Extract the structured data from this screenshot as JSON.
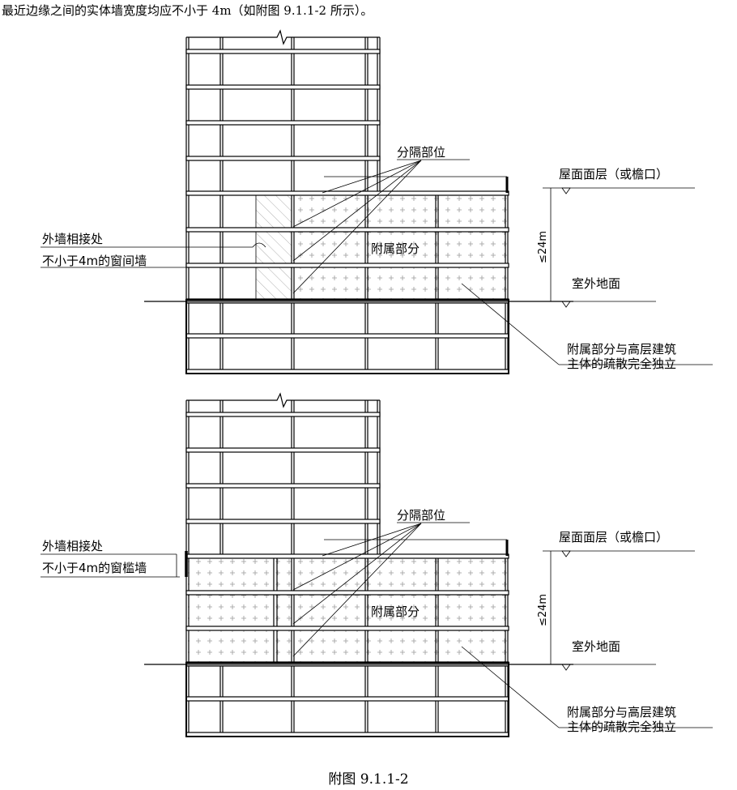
{
  "intro_text": "最近边缘之间的实体墙宽度均应不小于 4m（如附图 9.1.1-2 所示）。",
  "caption": "附图 9.1.1-2",
  "diagram_top": {
    "label_partition": "分隔部位",
    "label_roof": "屋面面层（或檐口）",
    "label_height": "≤24m",
    "label_ground": "室外地面",
    "label_junction": "外墙相接处",
    "label_wall": "不小于4m的窗间墙",
    "label_annex": "附属部分",
    "label_evac_1": "附属部分与高层建筑",
    "label_evac_2": "主体的疏散完全独立"
  },
  "diagram_bottom": {
    "label_partition": "分隔部位",
    "label_roof": "屋面面层（或檐口）",
    "label_height": "≤24m",
    "label_ground": "室外地面",
    "label_junction": "外墙相接处",
    "label_wall": "不小于4m的窗槛墙",
    "label_annex": "附属部分",
    "label_evac_1": "附属部分与高层建筑",
    "label_evac_2": "主体的疏散完全独立"
  }
}
